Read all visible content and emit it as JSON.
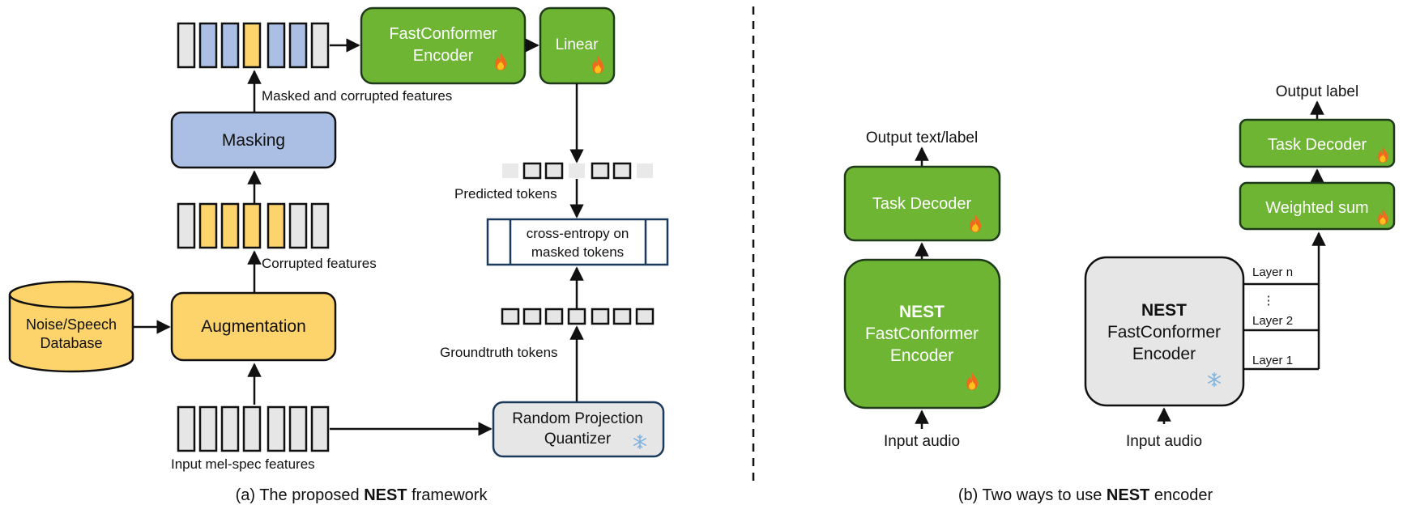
{
  "colors": {
    "green": "#6db533",
    "green_stroke": "#1f3a1a",
    "blue": "#aabfe3",
    "yellow": "#fdd36b",
    "gray": "#e6e6e6",
    "light_gray": "#e9e9e9",
    "navy": "#1b3a5c",
    "outline": "#111111"
  },
  "left": {
    "caption_prefix": "(a) The proposed ",
    "caption_bold": "NEST",
    "caption_suffix": " framework",
    "fastconformer_line1": "FastConformer",
    "fastconformer_line2": "Encoder",
    "linear": "Linear",
    "masked_corrupted_label": "Masked and corrupted features",
    "masking": "Masking",
    "corrupted_label": "Corrupted features",
    "augmentation": "Augmentation",
    "db_line1": "Noise/Speech",
    "db_line2": "Database",
    "input_label": "Input mel-spec features",
    "predicted_label": "Predicted tokens",
    "ce_line1": "cross-entropy on",
    "ce_line2": "masked tokens",
    "groundtruth_label": "Groundtruth tokens",
    "rpq_line1": "Random Projection",
    "rpq_line2": "Quantizer"
  },
  "right": {
    "caption_prefix": "(b) Two ways to use ",
    "caption_bold": "NEST",
    "caption_suffix": " encoder",
    "out_text": "Output text/label",
    "task_decoder": "Task Decoder",
    "nest": "NEST",
    "enc_line2": "FastConformer",
    "enc_line3": "Encoder",
    "input_audio": "Input audio",
    "out_label": "Output label",
    "task_decoder2": "Task Decoder",
    "weighted_sum": "Weighted sum",
    "layer_n": "Layer n",
    "vdots": "⋮",
    "layer_2": "Layer 2",
    "layer_1": "Layer 1",
    "nest2": "NEST",
    "enc2_line2": "FastConformer",
    "enc2_line3": "Encoder",
    "input_audio2": "Input audio"
  },
  "icons": {
    "fire": "fire-icon",
    "snowflake": "snowflake-icon"
  }
}
